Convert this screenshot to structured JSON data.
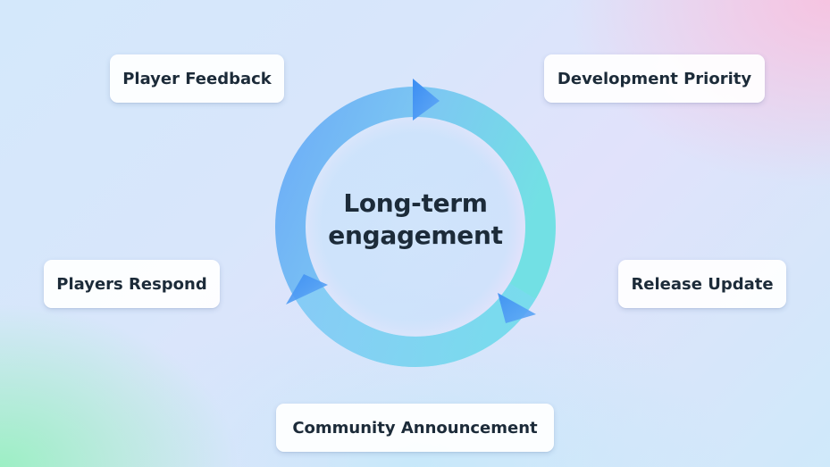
{
  "diagram": {
    "center": {
      "line1": "Long-term",
      "line2": "engagement"
    },
    "nodes": {
      "player_feedback": "Player Feedback",
      "development_priority": "Development Priority",
      "release_update": "Release Update",
      "community_announcement": "Community Announcement",
      "players_respond": "Players Respond"
    }
  },
  "colors": {
    "ring_blue": "#5aa8f5",
    "ring_teal": "#63dbe6",
    "arrow_blue": "#3d8ff0",
    "text_dark": "#1c2b39"
  }
}
